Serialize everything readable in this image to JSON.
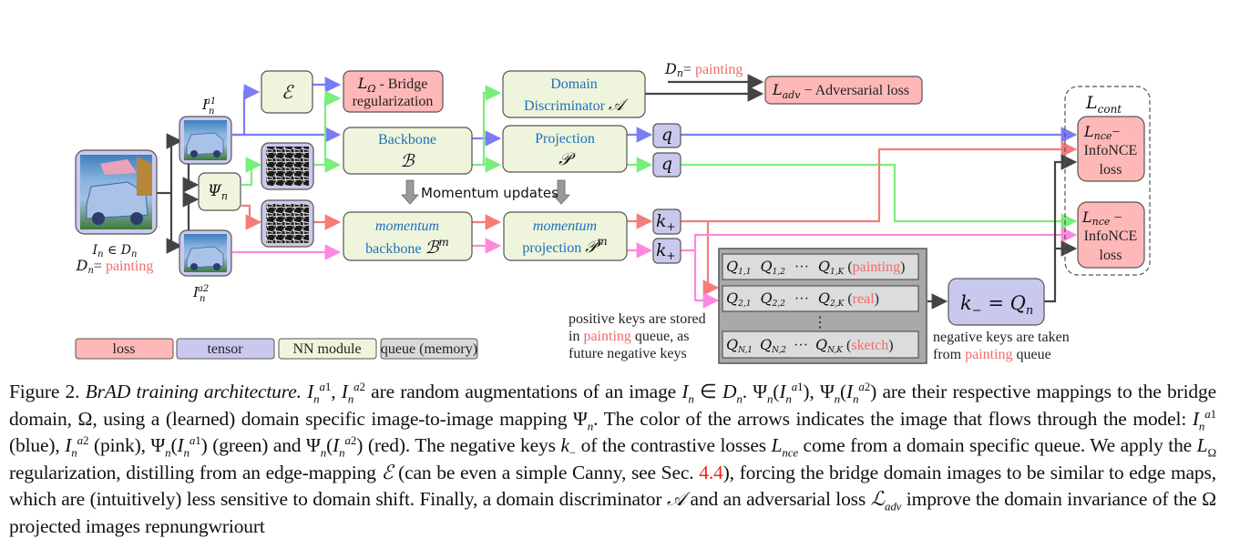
{
  "figure": {
    "input_label_line1": "I_n ∈ D_n",
    "input_label_prefix": "D",
    "input_label_sub": "n",
    "input_label_eq": "= ",
    "input_domain": "painting",
    "aug1_label": "I",
    "aug1_sub": "n",
    "aug1_sup": "a1",
    "aug2_label": "I",
    "aug2_sub": "n",
    "aug2_sup": "a2",
    "psi_label": "Ψ",
    "psi_sub": "n",
    "edge_mapper": "ℰ",
    "bridge_loss_line1_symbol": "L",
    "bridge_loss_line1_sub": "Ω",
    "bridge_loss_line1_text": " - Bridge",
    "bridge_loss_line2": "regularization",
    "backbone_line1": "Backbone",
    "backbone_symbol": "ℬ",
    "momentum_updates": "Momentum updates",
    "mbackbone_line1": "momentum",
    "mbackbone_line2": "backbone ",
    "mbackbone_symbol": "ℬ",
    "mbackbone_sup": "m",
    "discriminator_line1": "Domain",
    "discriminator_line2": "Discriminator ",
    "discriminator_symbol": "𝒜",
    "projection_line1": "Projection",
    "projection_symbol": "𝒫",
    "mprojection_line1": "momentum",
    "mprojection_line2": "projection ",
    "mprojection_symbol": "𝒫",
    "mprojection_sup": "m",
    "query_label": "q",
    "pos_key_label": "k",
    "pos_key_sub": "+",
    "adv_domain_prefix": "D",
    "adv_domain_sub": "n",
    "adv_domain_eq": "= ",
    "adv_domain_value": "painting",
    "adv_loss_symbol": "L",
    "adv_loss_sub": "adv",
    "adv_loss_text": " − Adversarial loss",
    "cont_symbol": "L",
    "cont_sub": "cont",
    "nce_symbol": "L",
    "nce_sub": "nce",
    "nce_dash": "−",
    "nce_line2": "InfoNCE",
    "nce_line3": "loss",
    "queue_rows": [
      {
        "c1": "Q",
        "s1": "1,1",
        "c2": "Q",
        "s2": "1,2",
        "dots": "···",
        "c3": "Q",
        "s3": "1,K",
        "domain": "painting"
      },
      {
        "c1": "Q",
        "s1": "2,1",
        "c2": "Q",
        "s2": "2,2",
        "dots": "···",
        "c3": "Q",
        "s3": "2,K",
        "domain": "real"
      },
      {
        "c1": "Q",
        "s1": "N,1",
        "c2": "Q",
        "s2": "N,2",
        "dots": "···",
        "c3": "Q",
        "s3": "N,K",
        "domain": "sketch"
      }
    ],
    "queue_vdots": "⋮",
    "neg_key_text": "k",
    "neg_key_sub": "−",
    "neg_key_eq": " = Q",
    "neg_key_q_sub": "n",
    "pos_note_line1": "positive keys are stored",
    "pos_note_line2_pre": "in ",
    "pos_note_line2_domain": "painting",
    "pos_note_line2_post": " queue, as",
    "pos_note_line3": "future negative keys",
    "neg_note_line1": "negative keys are taken",
    "neg_note_line2_pre": "from ",
    "neg_note_line2_domain": "painting",
    "neg_note_line2_post": " queue",
    "legend": [
      {
        "label": "loss",
        "color": "#ffb8b8"
      },
      {
        "label": "tensor",
        "color": "#c9c9ee"
      },
      {
        "label": "NN module",
        "color": "#eef5dc"
      },
      {
        "label": "queue (memory)",
        "color": "#d9d9d9"
      }
    ],
    "colors": {
      "loss": "#ffb8b8",
      "tensor": "#c9c9ee",
      "module": "#eef5dc",
      "queue": "#d9d9d9",
      "arrow_blue": "#7b7cf5",
      "arrow_green": "#7aee7a",
      "arrow_red": "#f47c7c",
      "arrow_pink": "#ff88dd",
      "arrow_dark": "#444444",
      "domain_text": "#f26b6b",
      "module_text": "#1f6fb8"
    }
  },
  "caption": {
    "figure_no": "Figure 2.",
    "title": "BrAD training architecture.",
    "s1": "are random augmentations of an image",
    "s2": "are their respective mappings to the bridge domain, Ω, using a (learned) domain specific image-to-image mapping",
    "s3": ". The color of the arrows indicates the image that flows through the model:",
    "blue": "(blue),",
    "pink": "(pink),",
    "green": "(green) and",
    "red": "(red). The negative keys",
    "s4": "of the contrastive losses",
    "s5": "come from a domain specific queue. We apply the",
    "s6": "regularization, distilling from an edge-mapping",
    "s7": "(can be even a simple Canny, see Sec.",
    "sec_ref": "4.4",
    "s8": "), forcing the bridge domain images to be similar to edge maps, which are (intuitively) less sensitive to domain shift. Finally, a domain discriminator",
    "s9": "and an adversarial loss",
    "s10": "improve the domain invariance of the Ω projected images repnungwriourt"
  }
}
